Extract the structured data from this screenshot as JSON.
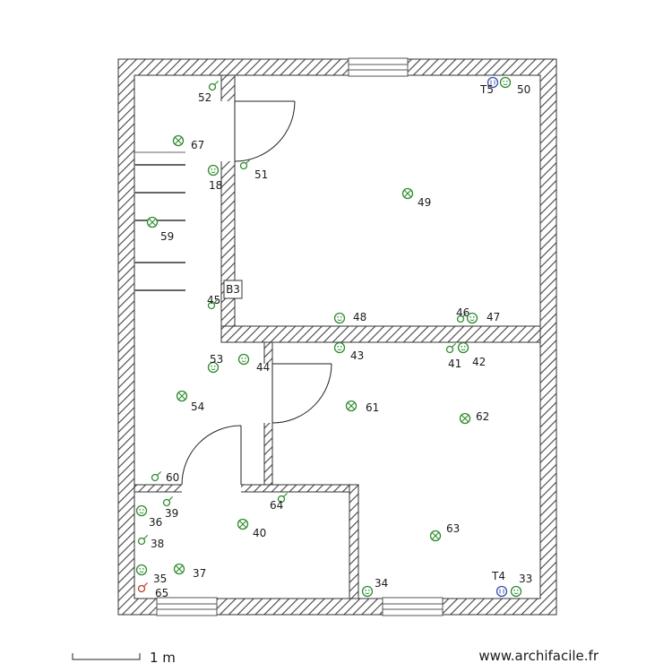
{
  "scale": {
    "label": "1 m"
  },
  "credit": {
    "text": "www.archifacile.fr"
  },
  "panel": {
    "label": "B3"
  },
  "colors": {
    "symbol": "#2e8b2e",
    "symbol_alt": "#3b4fa8",
    "symbol_warn": "#c0392b",
    "wall": "#555555"
  },
  "symbols": [
    {
      "label": "52",
      "kind": "socket"
    },
    {
      "label": "67",
      "kind": "light"
    },
    {
      "label": "18",
      "kind": "switch"
    },
    {
      "label": "51",
      "kind": "socket"
    },
    {
      "label": "59",
      "kind": "light"
    },
    {
      "label": "45",
      "kind": "socket"
    },
    {
      "label": "49",
      "kind": "light"
    },
    {
      "label": "T5",
      "kind": "tv"
    },
    {
      "label": "50",
      "kind": "switch"
    },
    {
      "label": "48",
      "kind": "switch"
    },
    {
      "label": "46",
      "kind": "socket"
    },
    {
      "label": "47",
      "kind": "switch"
    },
    {
      "label": "43",
      "kind": "switch"
    },
    {
      "label": "41",
      "kind": "socket"
    },
    {
      "label": "42",
      "kind": "switch"
    },
    {
      "label": "53",
      "kind": "switch"
    },
    {
      "label": "44",
      "kind": "switch"
    },
    {
      "label": "54",
      "kind": "light"
    },
    {
      "label": "61",
      "kind": "light"
    },
    {
      "label": "62",
      "kind": "light"
    },
    {
      "label": "60",
      "kind": "socket"
    },
    {
      "label": "39",
      "kind": "socket"
    },
    {
      "label": "36",
      "kind": "switch"
    },
    {
      "label": "64",
      "kind": "socket"
    },
    {
      "label": "40",
      "kind": "light"
    },
    {
      "label": "63",
      "kind": "light"
    },
    {
      "label": "38",
      "kind": "socket"
    },
    {
      "label": "35",
      "kind": "switch"
    },
    {
      "label": "37",
      "kind": "light"
    },
    {
      "label": "65",
      "kind": "socket"
    },
    {
      "label": "34",
      "kind": "switch"
    },
    {
      "label": "T4",
      "kind": "tv"
    },
    {
      "label": "33",
      "kind": "switch"
    }
  ]
}
